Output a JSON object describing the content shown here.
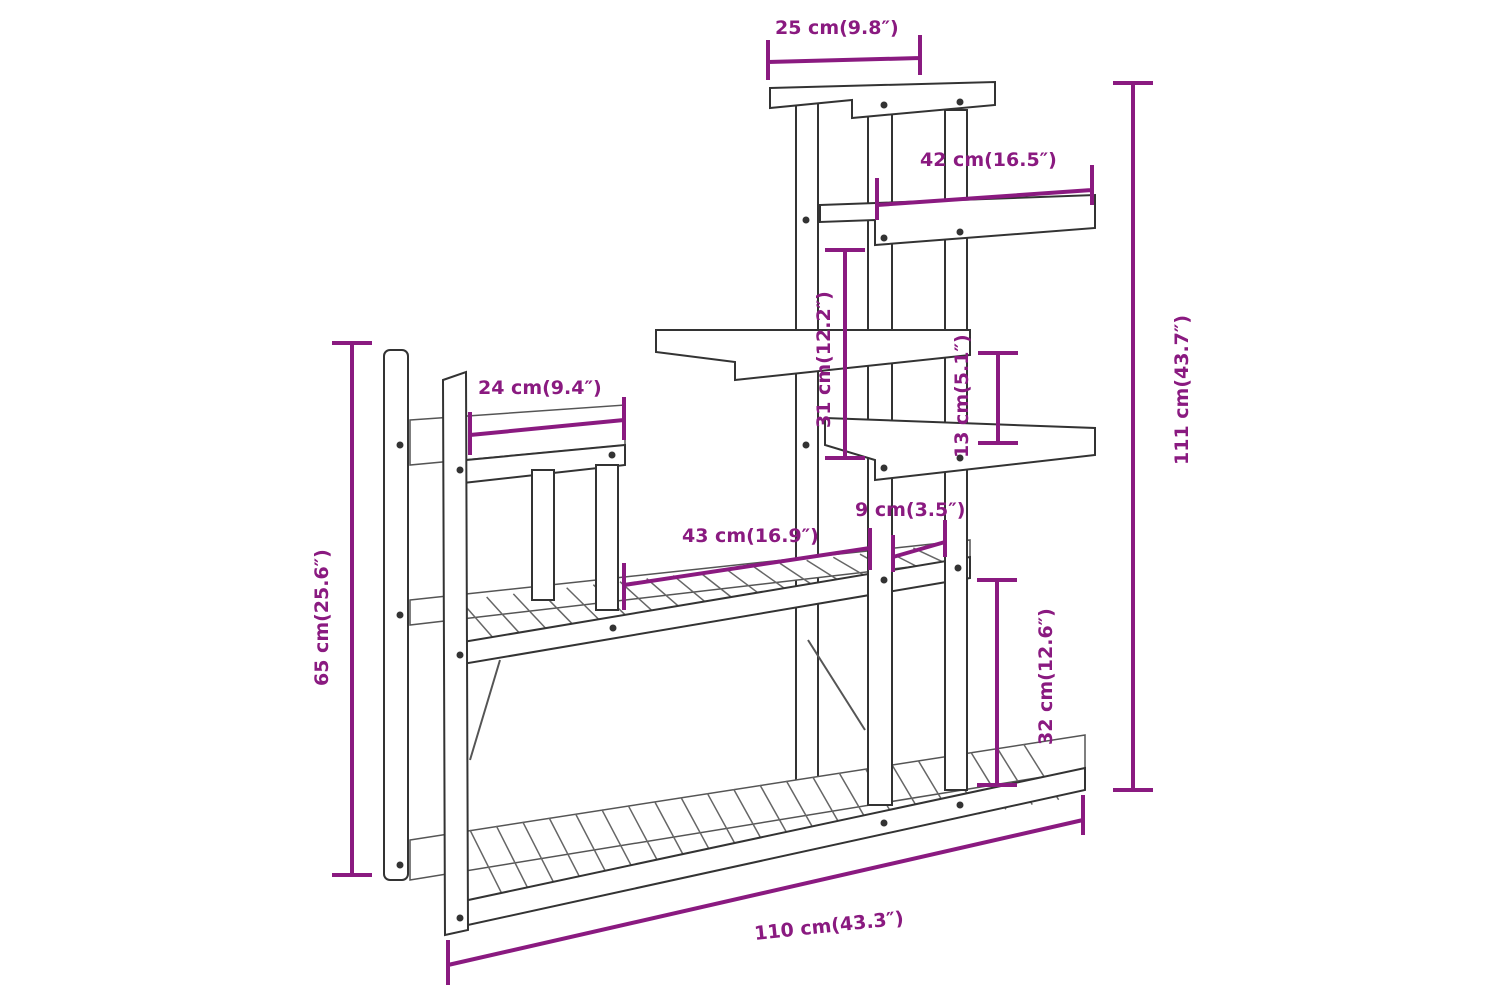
{
  "dimensions": {
    "top_width": "25 cm(9.8″)",
    "upper_shelf_width": "42 cm(16.5″)",
    "left_shelf_width": "24 cm(9.4″)",
    "shelf_gap_upper": "31 cm(12.2″)",
    "small_gap": "13 cm(5.1″)",
    "total_height": "111 cm(43.7″)",
    "middle_shelf_width": "43 cm(16.9″)",
    "post_gap": "9 cm(3.5″)",
    "left_height": "65 cm(25.6″)",
    "lower_gap": "32 cm(12.6″)",
    "total_width": "110 cm(43.3″)"
  },
  "colors": {
    "dimension": "#8a1a80",
    "outline": "#333333"
  }
}
